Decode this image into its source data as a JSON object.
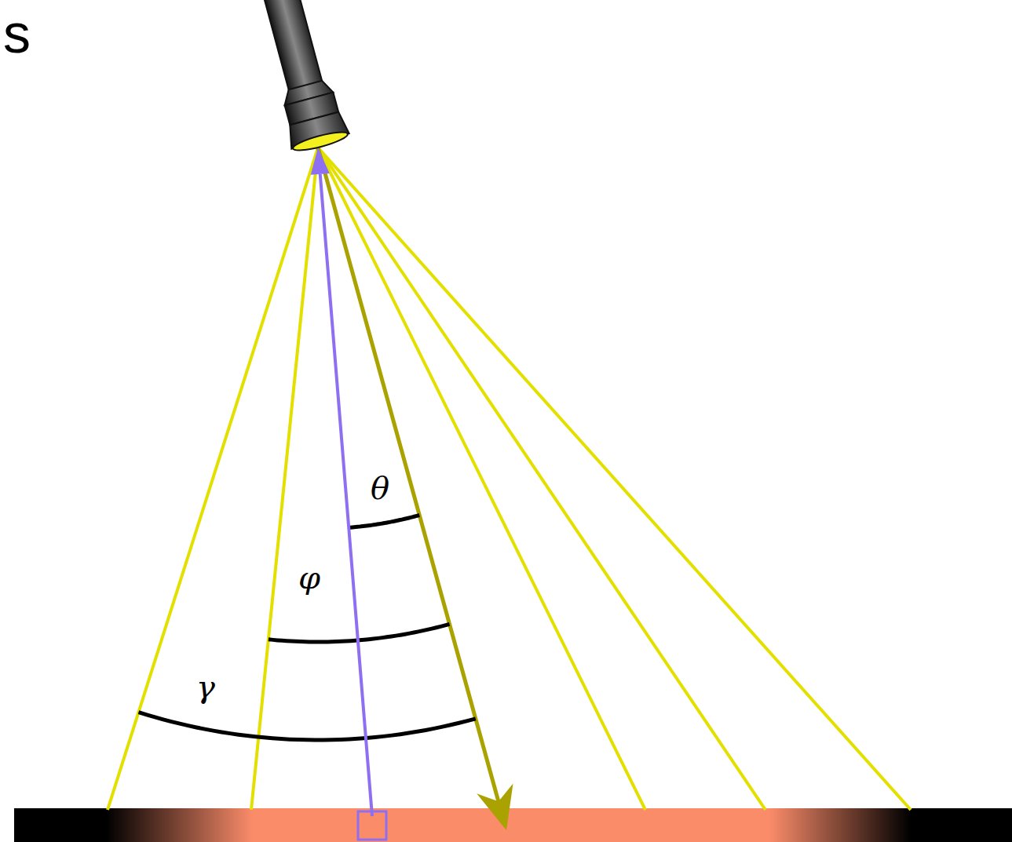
{
  "diagram": {
    "labels": [
      "s",
      "θ",
      "φ",
      "γ"
    ]
  }
}
